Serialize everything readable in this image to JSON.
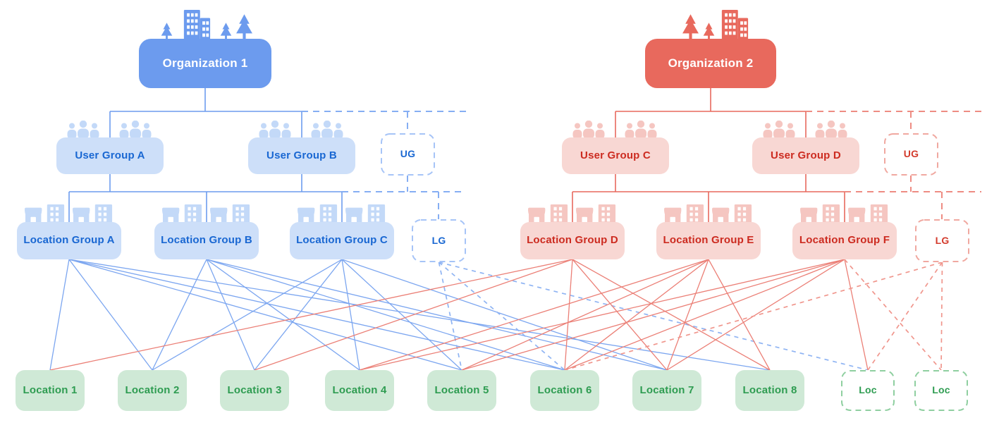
{
  "diagram_title": "Organization / user group / location group hierarchy diagram",
  "palette": {
    "org_blue": "#6C9BEE",
    "org_red": "#E8695D",
    "blue_fill": "#CDDFF9",
    "blue_text": "#1967D2",
    "red_fill": "#F8D7D3",
    "red_text": "#CC2B20",
    "green_fill": "#CFE9D6",
    "green_text": "#2E9C51",
    "line_blue": "#7CA6F0",
    "line_blue_dashed": "#8FB4F3",
    "line_red": "#EB7F76",
    "line_red_dashed": "#F0968D",
    "tree_blue": "#6D9CEE",
    "tree_blue_dashed": "#86AEF3",
    "tree_red": "#E8695D",
    "tree_red_dashed": "#EE8C83",
    "dash_border_blue": "#A6C4F7",
    "dash_border_red": "#F0A8A0",
    "dash_border_green": "#8FCFA0"
  },
  "nodes": {
    "org1": {
      "label": "Organization 1",
      "geo": [
        197,
        55,
        188,
        70
      ]
    },
    "org2": {
      "label": "Organization 2",
      "geo": [
        915,
        55,
        186,
        70
      ]
    },
    "ugA": {
      "label": "User Group A",
      "geo": [
        80,
        195,
        152,
        52
      ]
    },
    "ugB": {
      "label": "User Group B",
      "geo": [
        352,
        195,
        152,
        52
      ]
    },
    "ugX1": {
      "label": "UG",
      "geo": [
        540,
        189,
        77,
        60
      ]
    },
    "ugC": {
      "label": "User Group C",
      "geo": [
        797,
        195,
        152,
        52
      ]
    },
    "ugD": {
      "label": "User Group D",
      "geo": [
        1067,
        195,
        152,
        52
      ]
    },
    "ugX2": {
      "label": "UG",
      "geo": [
        1254,
        189,
        77,
        60
      ]
    },
    "lgA": {
      "label": "Location Group A",
      "geo": [
        24,
        315,
        148,
        53
      ]
    },
    "lgB": {
      "label": "Location Group B",
      "geo": [
        219,
        315,
        148,
        53
      ]
    },
    "lgC": {
      "label": "Location Group C",
      "geo": [
        411,
        315,
        148,
        53
      ]
    },
    "lgX1": {
      "label": "LG",
      "geo": [
        584,
        311,
        77,
        61
      ]
    },
    "lgD": {
      "label": "Location Group D",
      "geo": [
        738,
        315,
        148,
        53
      ]
    },
    "lgE": {
      "label": "Location Group E",
      "geo": [
        931,
        315,
        148,
        53
      ]
    },
    "lgF": {
      "label": "Location Group F",
      "geo": [
        1124,
        315,
        148,
        53
      ]
    },
    "lgX2": {
      "label": "LG",
      "geo": [
        1298,
        311,
        77,
        61
      ]
    },
    "loc1": {
      "label": "Location 1",
      "geo": [
        22,
        525,
        98,
        58
      ]
    },
    "loc2": {
      "label": "Location 2",
      "geo": [
        167,
        525,
        98,
        58
      ]
    },
    "loc3": {
      "label": "Location 3",
      "geo": [
        312,
        525,
        98,
        58
      ]
    },
    "loc4": {
      "label": "Location 4",
      "geo": [
        461,
        525,
        98,
        58
      ]
    },
    "loc5": {
      "label": "Location 5",
      "geo": [
        606,
        525,
        98,
        58
      ]
    },
    "loc6": {
      "label": "Location 6",
      "geo": [
        752,
        525,
        98,
        58
      ]
    },
    "loc7": {
      "label": "Location 7",
      "geo": [
        897,
        525,
        98,
        58
      ]
    },
    "loc8": {
      "label": "Location 8",
      "geo": [
        1043,
        525,
        98,
        58
      ]
    },
    "locX1": {
      "label": "Loc",
      "geo": [
        1193,
        525,
        76,
        58
      ]
    },
    "locX2": {
      "label": "Loc",
      "geo": [
        1297,
        525,
        76,
        58
      ]
    }
  },
  "dashed_boxes": {
    "ugX1": "blue",
    "ugX2": "red",
    "lgX1": "blue",
    "lgX2": "red",
    "locX1": "green",
    "locX2": "green"
  },
  "icon_rows": {
    "people": [
      "ugA",
      "ugB",
      "ugC",
      "ugD"
    ],
    "shops": [
      "lgA",
      "lgB",
      "lgC",
      "lgD",
      "lgE",
      "lgF"
    ]
  },
  "icon_tone": {
    "ugA": "blue",
    "ugB": "blue",
    "ugC": "red",
    "ugD": "red",
    "lgA": "blue",
    "lgB": "blue",
    "lgC": "blue",
    "lgD": "red",
    "lgE": "red",
    "lgF": "red"
  },
  "tree_lines": [
    {
      "c": "blue",
      "d": false,
      "points": [
        [
          291,
          125
        ],
        [
          291,
          158
        ]
      ]
    },
    {
      "c": "blue",
      "d": false,
      "points": [
        [
          156,
          158
        ],
        [
          428,
          158
        ]
      ]
    },
    {
      "c": "blue",
      "d": false,
      "points": [
        [
          156,
          158
        ],
        [
          156,
          195
        ]
      ]
    },
    {
      "c": "blue",
      "d": false,
      "points": [
        [
          428,
          158
        ],
        [
          428,
          195
        ]
      ]
    },
    {
      "c": "blue",
      "d": false,
      "points": [
        [
          156,
          247
        ],
        [
          156,
          272
        ]
      ]
    },
    {
      "c": "blue",
      "d": false,
      "points": [
        [
          428,
          247
        ],
        [
          428,
          272
        ]
      ]
    },
    {
      "c": "blue",
      "d": false,
      "points": [
        [
          98,
          272
        ],
        [
          485,
          272
        ]
      ]
    },
    {
      "c": "blue",
      "d": false,
      "points": [
        [
          98,
          272
        ],
        [
          98,
          315
        ]
      ]
    },
    {
      "c": "blue",
      "d": false,
      "points": [
        [
          293,
          272
        ],
        [
          293,
          315
        ]
      ]
    },
    {
      "c": "blue",
      "d": false,
      "points": [
        [
          485,
          272
        ],
        [
          485,
          315
        ]
      ]
    },
    {
      "c": "blue",
      "d": true,
      "points": [
        [
          428,
          158
        ],
        [
          661,
          158
        ]
      ]
    },
    {
      "c": "blue",
      "d": true,
      "points": [
        [
          578,
          158
        ],
        [
          578,
          189
        ]
      ]
    },
    {
      "c": "blue",
      "d": true,
      "points": [
        [
          578,
          249
        ],
        [
          578,
          272
        ]
      ]
    },
    {
      "c": "blue",
      "d": true,
      "points": [
        [
          485,
          272
        ],
        [
          661,
          272
        ]
      ]
    },
    {
      "c": "blue",
      "d": true,
      "points": [
        [
          622,
          272
        ],
        [
          622,
          311
        ]
      ]
    },
    {
      "c": "red",
      "d": false,
      "points": [
        [
          1008,
          125
        ],
        [
          1008,
          158
        ]
      ]
    },
    {
      "c": "red",
      "d": false,
      "points": [
        [
          873,
          158
        ],
        [
          1143,
          158
        ]
      ]
    },
    {
      "c": "red",
      "d": false,
      "points": [
        [
          873,
          158
        ],
        [
          873,
          195
        ]
      ]
    },
    {
      "c": "red",
      "d": false,
      "points": [
        [
          1143,
          158
        ],
        [
          1143,
          195
        ]
      ]
    },
    {
      "c": "red",
      "d": false,
      "points": [
        [
          873,
          247
        ],
        [
          873,
          272
        ]
      ]
    },
    {
      "c": "red",
      "d": false,
      "points": [
        [
          1143,
          247
        ],
        [
          1143,
          272
        ]
      ]
    },
    {
      "c": "red",
      "d": false,
      "points": [
        [
          812,
          272
        ],
        [
          1198,
          272
        ]
      ]
    },
    {
      "c": "red",
      "d": false,
      "points": [
        [
          812,
          272
        ],
        [
          812,
          315
        ]
      ]
    },
    {
      "c": "red",
      "d": false,
      "points": [
        [
          1005,
          272
        ],
        [
          1005,
          315
        ]
      ]
    },
    {
      "c": "red",
      "d": false,
      "points": [
        [
          1198,
          272
        ],
        [
          1198,
          315
        ]
      ]
    },
    {
      "c": "red",
      "d": true,
      "points": [
        [
          1143,
          158
        ],
        [
          1392,
          158
        ]
      ]
    },
    {
      "c": "red",
      "d": true,
      "points": [
        [
          1292,
          158
        ],
        [
          1292,
          189
        ]
      ]
    },
    {
      "c": "red",
      "d": true,
      "points": [
        [
          1292,
          249
        ],
        [
          1292,
          272
        ]
      ]
    },
    {
      "c": "red",
      "d": true,
      "points": [
        [
          1198,
          272
        ],
        [
          1392,
          272
        ]
      ]
    },
    {
      "c": "red",
      "d": true,
      "points": [
        [
          1336,
          272
        ],
        [
          1336,
          311
        ]
      ]
    }
  ],
  "edges": [
    {
      "from": "lgA",
      "to": "loc1",
      "c": "blue",
      "d": false
    },
    {
      "from": "lgA",
      "to": "loc2",
      "c": "blue",
      "d": false
    },
    {
      "from": "lgA",
      "to": "loc5",
      "c": "blue",
      "d": false
    },
    {
      "from": "lgA",
      "to": "loc6",
      "c": "blue",
      "d": false
    },
    {
      "from": "lgA",
      "to": "loc8",
      "c": "blue",
      "d": false
    },
    {
      "from": "lgB",
      "to": "loc2",
      "c": "blue",
      "d": false
    },
    {
      "from": "lgB",
      "to": "loc3",
      "c": "blue",
      "d": false
    },
    {
      "from": "lgB",
      "to": "loc4",
      "c": "blue",
      "d": false
    },
    {
      "from": "lgB",
      "to": "loc6",
      "c": "blue",
      "d": false
    },
    {
      "from": "lgB",
      "to": "loc7",
      "c": "blue",
      "d": false
    },
    {
      "from": "lgC",
      "to": "loc2",
      "c": "blue",
      "d": false
    },
    {
      "from": "lgC",
      "to": "loc3",
      "c": "blue",
      "d": false
    },
    {
      "from": "lgC",
      "to": "loc4",
      "c": "blue",
      "d": false
    },
    {
      "from": "lgC",
      "to": "loc5",
      "c": "blue",
      "d": false
    },
    {
      "from": "lgC",
      "to": "loc7",
      "c": "blue",
      "d": false
    },
    {
      "from": "lgX1",
      "to": "loc5",
      "c": "blue",
      "d": true
    },
    {
      "from": "lgX1",
      "to": "loc6",
      "c": "blue",
      "d": true
    },
    {
      "from": "lgX1",
      "to": "locX1",
      "c": "blue",
      "d": true
    },
    {
      "from": "lgD",
      "to": "loc1",
      "c": "red",
      "d": false
    },
    {
      "from": "lgD",
      "to": "loc3",
      "c": "red",
      "d": false
    },
    {
      "from": "lgD",
      "to": "loc6",
      "c": "red",
      "d": false
    },
    {
      "from": "lgD",
      "to": "loc7",
      "c": "red",
      "d": false
    },
    {
      "from": "lgD",
      "to": "loc8",
      "c": "red",
      "d": false
    },
    {
      "from": "lgE",
      "to": "loc4",
      "c": "red",
      "d": false
    },
    {
      "from": "lgE",
      "to": "loc5",
      "c": "red",
      "d": false
    },
    {
      "from": "lgE",
      "to": "loc6",
      "c": "red",
      "d": false
    },
    {
      "from": "lgE",
      "to": "loc7",
      "c": "red",
      "d": false
    },
    {
      "from": "lgE",
      "to": "loc8",
      "c": "red",
      "d": false
    },
    {
      "from": "lgF",
      "to": "loc4",
      "c": "red",
      "d": false
    },
    {
      "from": "lgF",
      "to": "loc5",
      "c": "red",
      "d": false
    },
    {
      "from": "lgF",
      "to": "loc6",
      "c": "red",
      "d": false
    },
    {
      "from": "lgF",
      "to": "loc7",
      "c": "red",
      "d": false
    },
    {
      "from": "lgF",
      "to": "locX1",
      "c": "red",
      "d": false
    },
    {
      "from": "lgF",
      "to": "locX2",
      "c": "red",
      "d": true
    },
    {
      "from": "lgX2",
      "to": "loc6",
      "c": "red",
      "d": true
    },
    {
      "from": "lgX2",
      "to": "locX1",
      "c": "red",
      "d": true
    },
    {
      "from": "lgX2",
      "to": "locX2",
      "c": "red",
      "d": true
    }
  ]
}
